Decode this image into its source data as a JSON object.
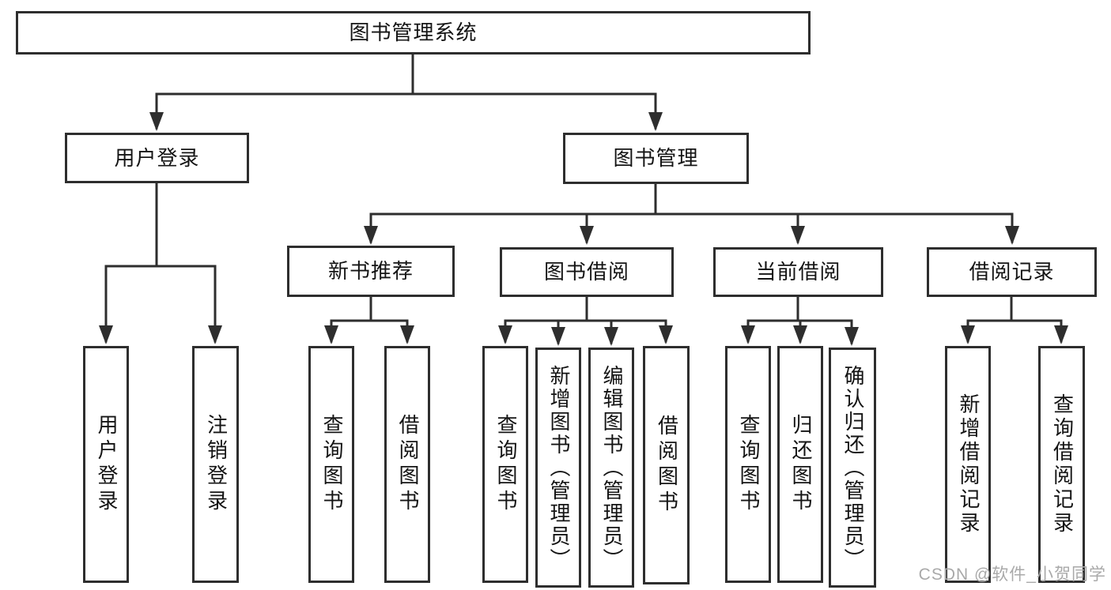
{
  "root": {
    "label": "图书管理系统"
  },
  "level2": {
    "user_login": {
      "label": "用户登录"
    },
    "book_mgmt": {
      "label": "图书管理"
    }
  },
  "user_children": [
    {
      "label": "用户登录"
    },
    {
      "label": "注销登录"
    }
  ],
  "groups": [
    {
      "label": "新书推荐",
      "children": [
        {
          "label": "查询图书"
        },
        {
          "label": "借阅图书"
        }
      ]
    },
    {
      "label": "图书借阅",
      "children": [
        {
          "label": "查询图书"
        },
        {
          "label": "新增图书（管理员）"
        },
        {
          "label": "编辑图书（管理员）"
        },
        {
          "label": "借阅图书"
        }
      ]
    },
    {
      "label": "当前借阅",
      "children": [
        {
          "label": "查询图书"
        },
        {
          "label": "归还图书"
        },
        {
          "label": "确认归还（管理员）"
        }
      ]
    },
    {
      "label": "借阅记录",
      "children": [
        {
          "label": "新增借阅记录"
        },
        {
          "label": "查询借阅记录"
        }
      ]
    }
  ],
  "watermark": {
    "text": "CSDN @软件_小贺同学"
  },
  "colors": {
    "line": "#2e2e2e",
    "text": "#141414",
    "background": "#ffffff",
    "watermark": "#a9a9a9"
  }
}
